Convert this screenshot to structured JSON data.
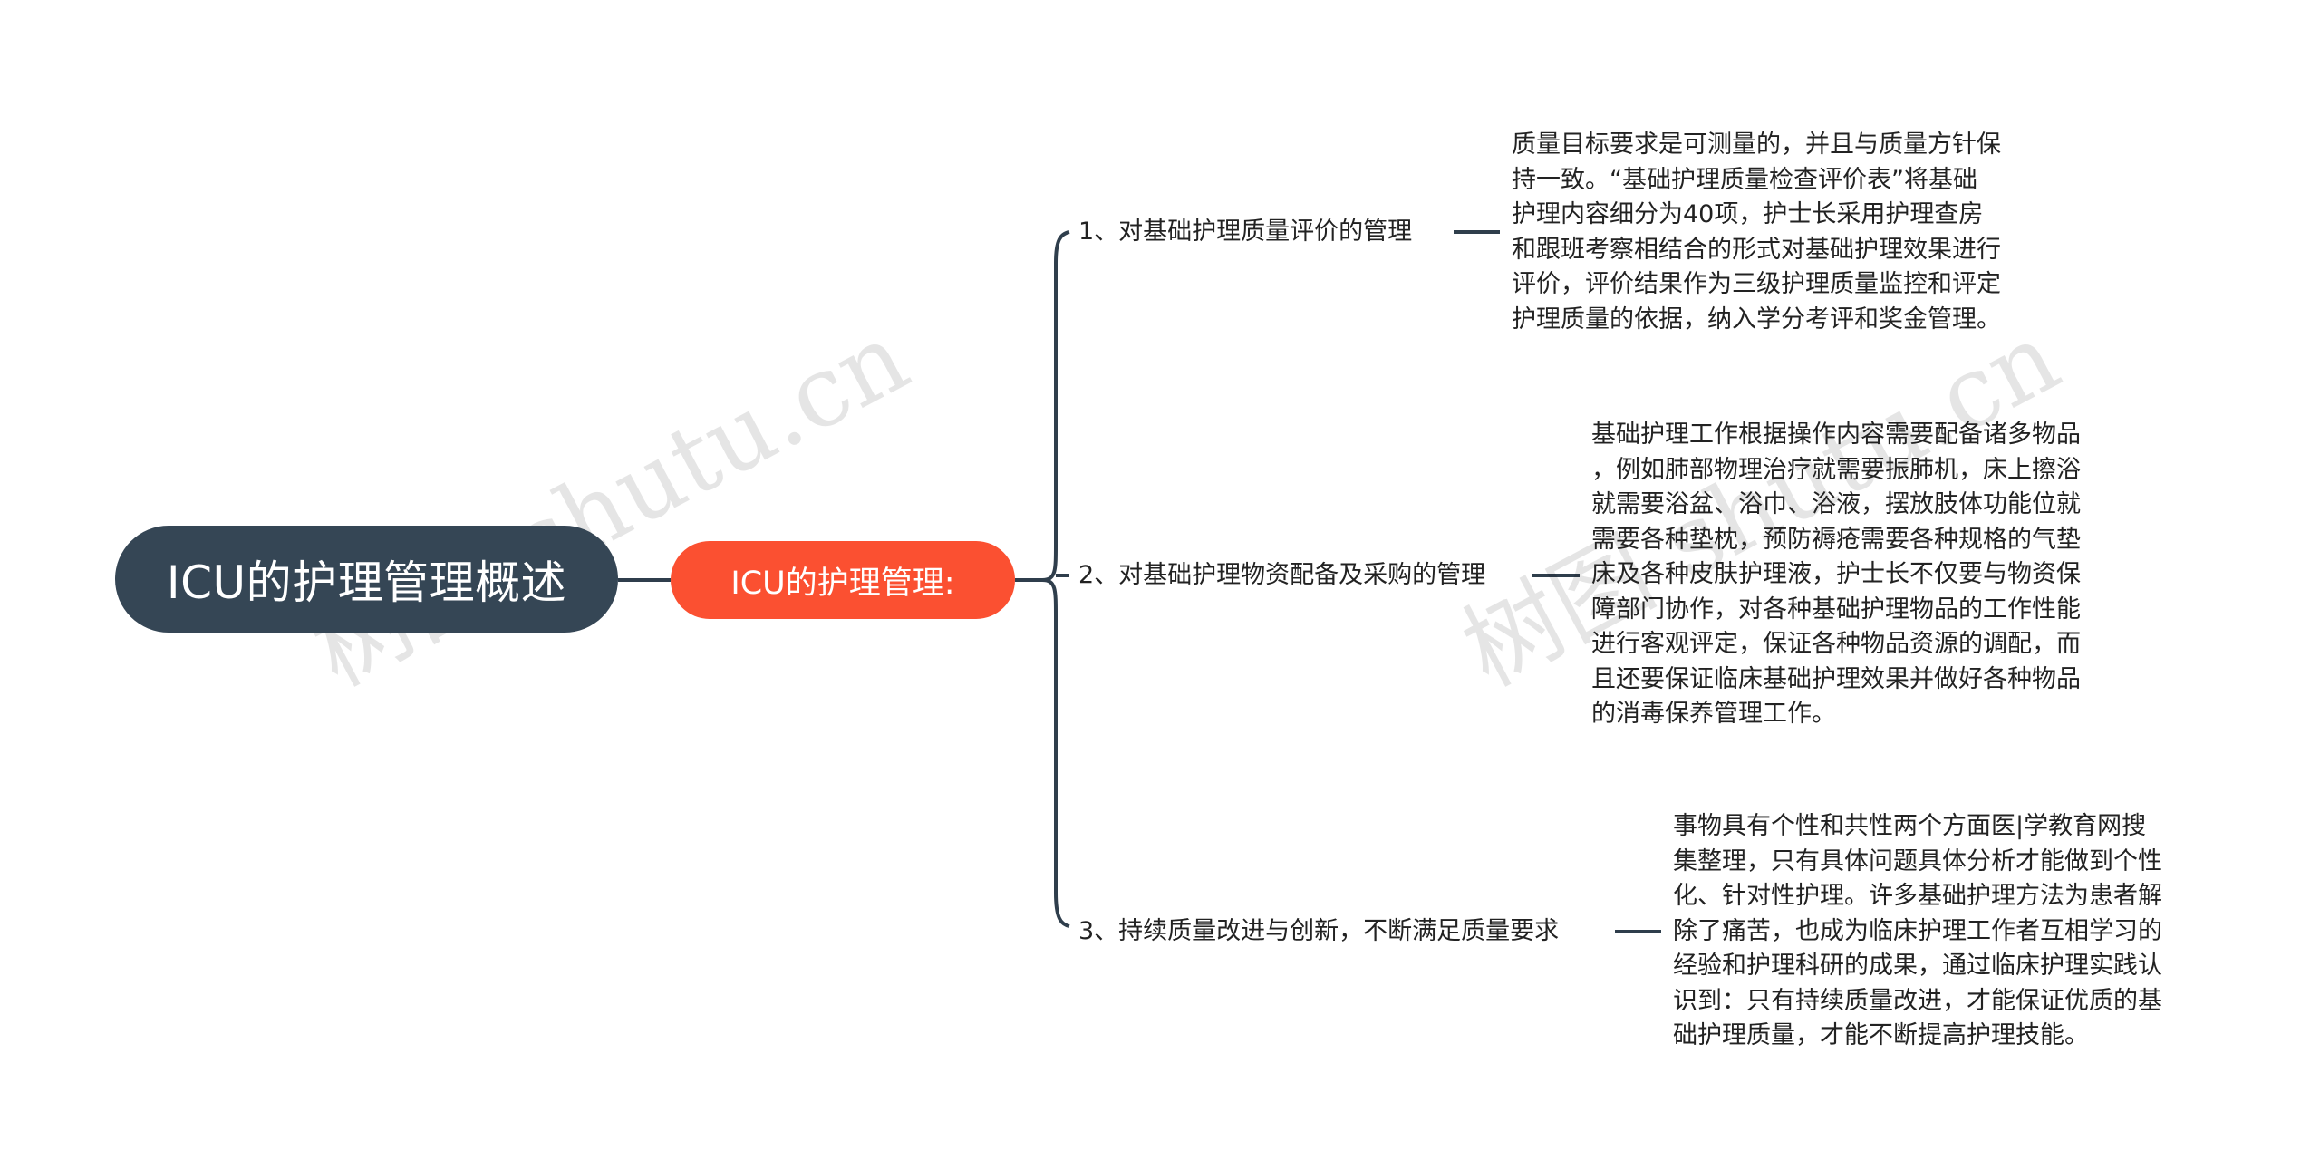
{
  "root": {
    "title": "ICU的护理管理概述"
  },
  "topic": {
    "title": "ICU的护理管理:"
  },
  "branches": [
    {
      "label": "1、对基础护理质量评价的管理",
      "detail_lines": [
        "质量目标要求是可测量的，并且与质量方针保",
        "持一致。“基础护理质量检查评价表”将基础",
        "护理内容细分为40项，护士长采用护理查房",
        "和跟班考察相结合的形式对基础护理效果进行",
        "评价，评价结果作为三级护理质量监控和评定",
        "护理质量的依据，纳入学分考评和奖金管理。"
      ]
    },
    {
      "label": "2、对基础护理物资配备及采购的管理",
      "detail_lines": [
        "基础护理工作根据操作内容需要配备诸多物品",
        "，例如肺部物理治疗就需要振肺机，床上擦浴",
        "就需要浴盆、浴巾、浴液，摆放肢体功能位就",
        "需要各种垫枕，预防褥疮需要各种规格的气垫",
        "床及各种皮肤护理液，护士长不仅要与物资保",
        "障部门协作，对各种基础护理物品的工作性能",
        "进行客观评定，保证各种物品资源的调配，而",
        "且还要保证临床基础护理效果并做好各种物品",
        "的消毒保养管理工作。"
      ]
    },
    {
      "label": "3、持续质量改进与创新，不断满足质量要求",
      "detail_lines": [
        "事物具有个性和共性两个方面医|学教育网搜",
        "集整理，只有具体问题具体分析才能做到个性",
        "化、针对性护理。许多基础护理方法为患者解",
        "除了痛苦，也成为临床护理工作者互相学习的",
        "经验和护理科研的成果，通过临床护理实践认",
        "识到：只有持续质量改进，才能保证优质的基",
        "础护理质量，才能不断提高护理技能。"
      ]
    }
  ],
  "watermarks": [
    "树图 shutu.cn",
    "树图 shutu.cn"
  ],
  "colors": {
    "root_bg": "#354655",
    "topic_bg": "#fb5031",
    "line": "#2f3e4c",
    "text": "#222222"
  }
}
